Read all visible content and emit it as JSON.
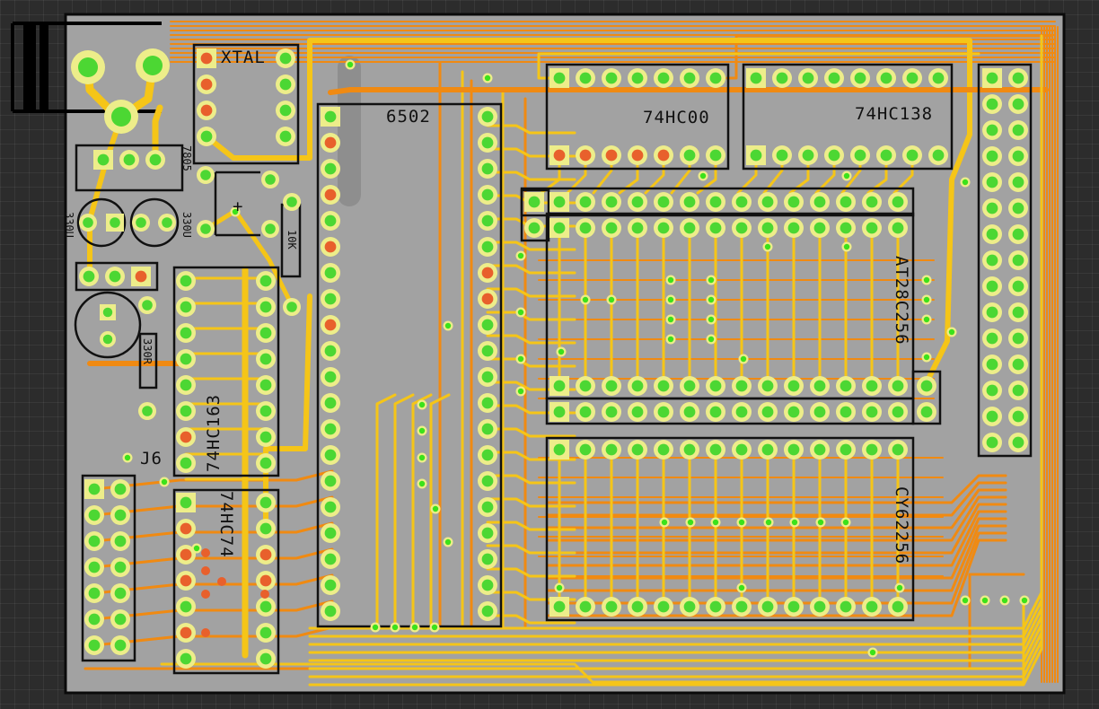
{
  "board": {
    "colors": {
      "background": "#2c2c2c",
      "board": "#a2a2a2",
      "board_outline": "#0a0a0a",
      "trace_top": "#f5c518",
      "trace_bottom": "#f08a12",
      "pad_ring": "#eded8a",
      "pad_fill_green": "#4cd733",
      "pad_fill_red": "#e8602c",
      "via": "#3be21a",
      "silkscreen": "#111111"
    },
    "labels": {
      "xtal": "XTAL",
      "cpu": "6502",
      "nand": "74HC00",
      "decoder": "74HC138",
      "eeprom": "AT28C256",
      "sram": "CY62256",
      "counter": "74HC163",
      "flipflop": "74HC74",
      "regulator": "7805",
      "cap_left": "330U",
      "cap_right": "330U",
      "resistor_10k": "10K",
      "resistor_330r": "330R",
      "header_j6": "J6",
      "plus": "+"
    }
  }
}
